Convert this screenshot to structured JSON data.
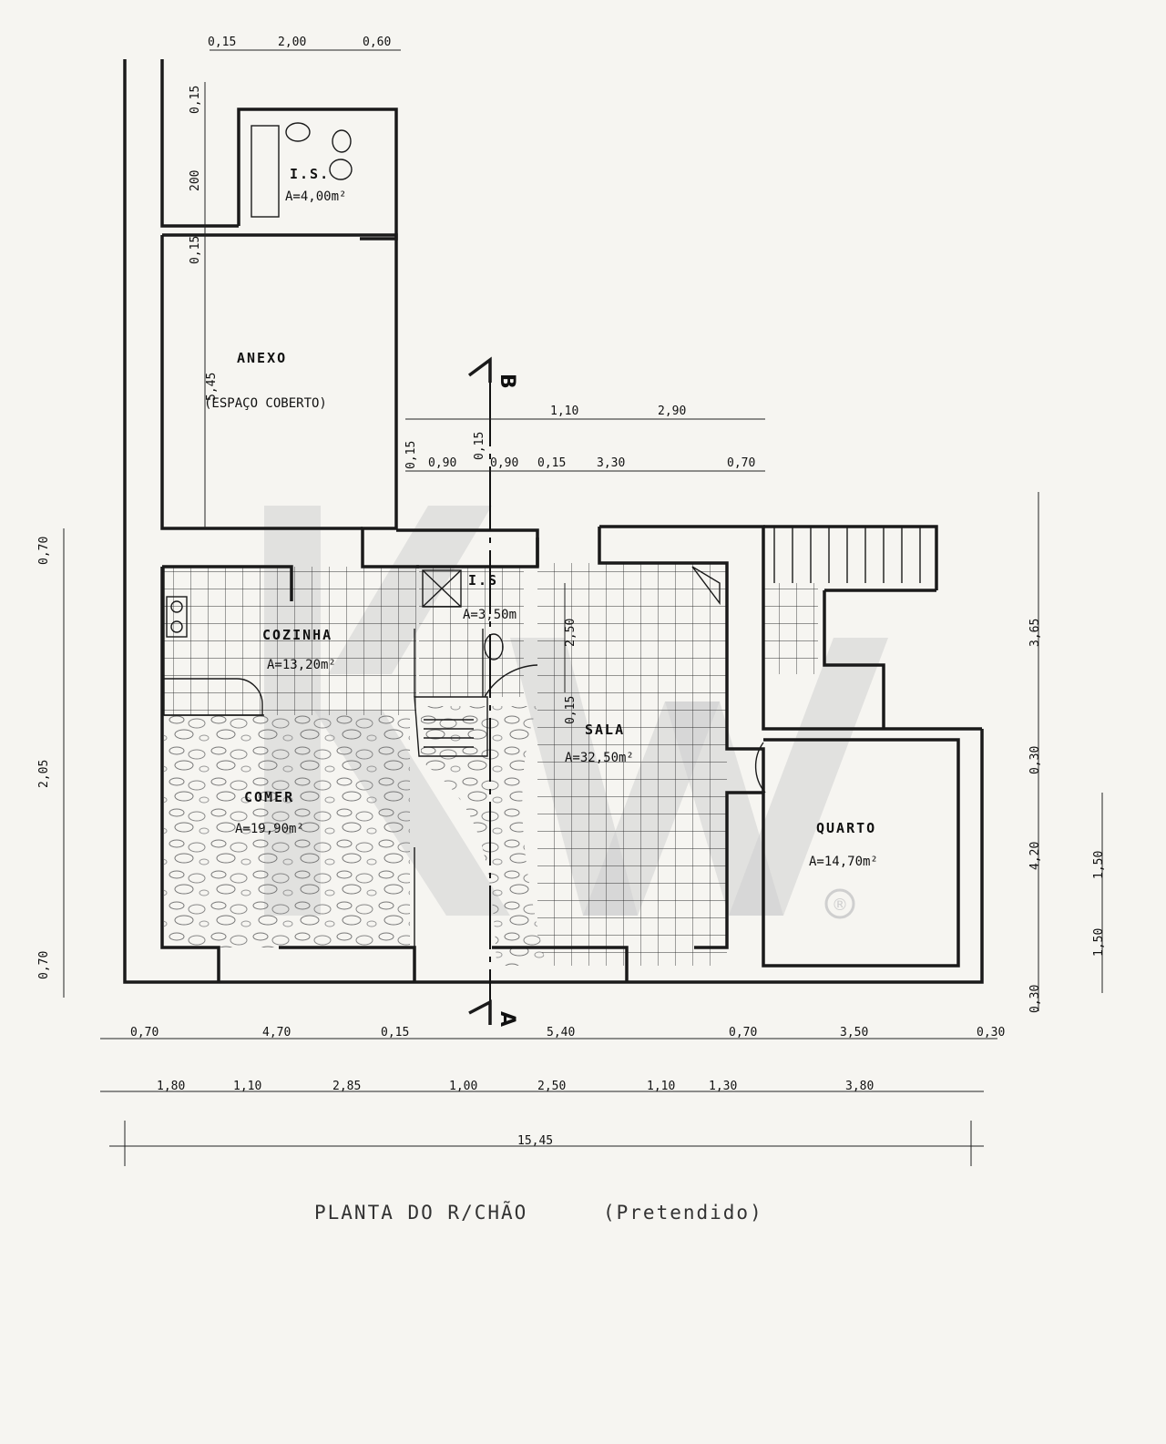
{
  "title": "PLANTA DO R/CHÃO",
  "subtitle": "(Pretendido)",
  "section_marks": {
    "top": "B",
    "bottom": "A"
  },
  "rooms": {
    "is_top": {
      "name": "I.S.",
      "area": "A=4,00m²"
    },
    "anexo": {
      "name": "ANEXO",
      "note": "(ESPAÇO COBERTO)"
    },
    "cozinha": {
      "name": "COZINHA",
      "area": "A=13,20m²"
    },
    "is_mid": {
      "name": "I.S",
      "area": "A=3,50m"
    },
    "sala": {
      "name": "SALA",
      "area": "A=32,50m²"
    },
    "comer": {
      "name": "COMER",
      "area": "A=19,90m²"
    },
    "quarto": {
      "name": "QUARTO",
      "area": "A=14,70m²"
    }
  },
  "dims": {
    "top": [
      "0,15",
      "2,00",
      "0,60"
    ],
    "left_top": [
      "0,15",
      "200",
      "0,15",
      "5,45"
    ],
    "mid_row1": [
      "1,10",
      "2,90"
    ],
    "mid_row2": [
      "0,15",
      "0,90",
      "0,15",
      "0,90",
      "0,15",
      "3,30",
      "0,70"
    ],
    "left": [
      "0,70",
      "2,05",
      "0,70"
    ],
    "right": [
      "3,65",
      "0,30",
      "4,20",
      "0,30"
    ],
    "right_outer": [
      "1,50",
      "1,50"
    ],
    "interior": [
      "2,50",
      "0,15"
    ],
    "bottom1": [
      "0,70",
      "4,70",
      "0,15",
      "5,40",
      "0,70",
      "3,50",
      "0,30"
    ],
    "bottom2": [
      "1,80",
      "1,10",
      "2,85",
      "1,00",
      "2,50",
      "1,10",
      "1,30",
      "3,80"
    ],
    "total": "15,45"
  },
  "watermark_symbol": "®"
}
